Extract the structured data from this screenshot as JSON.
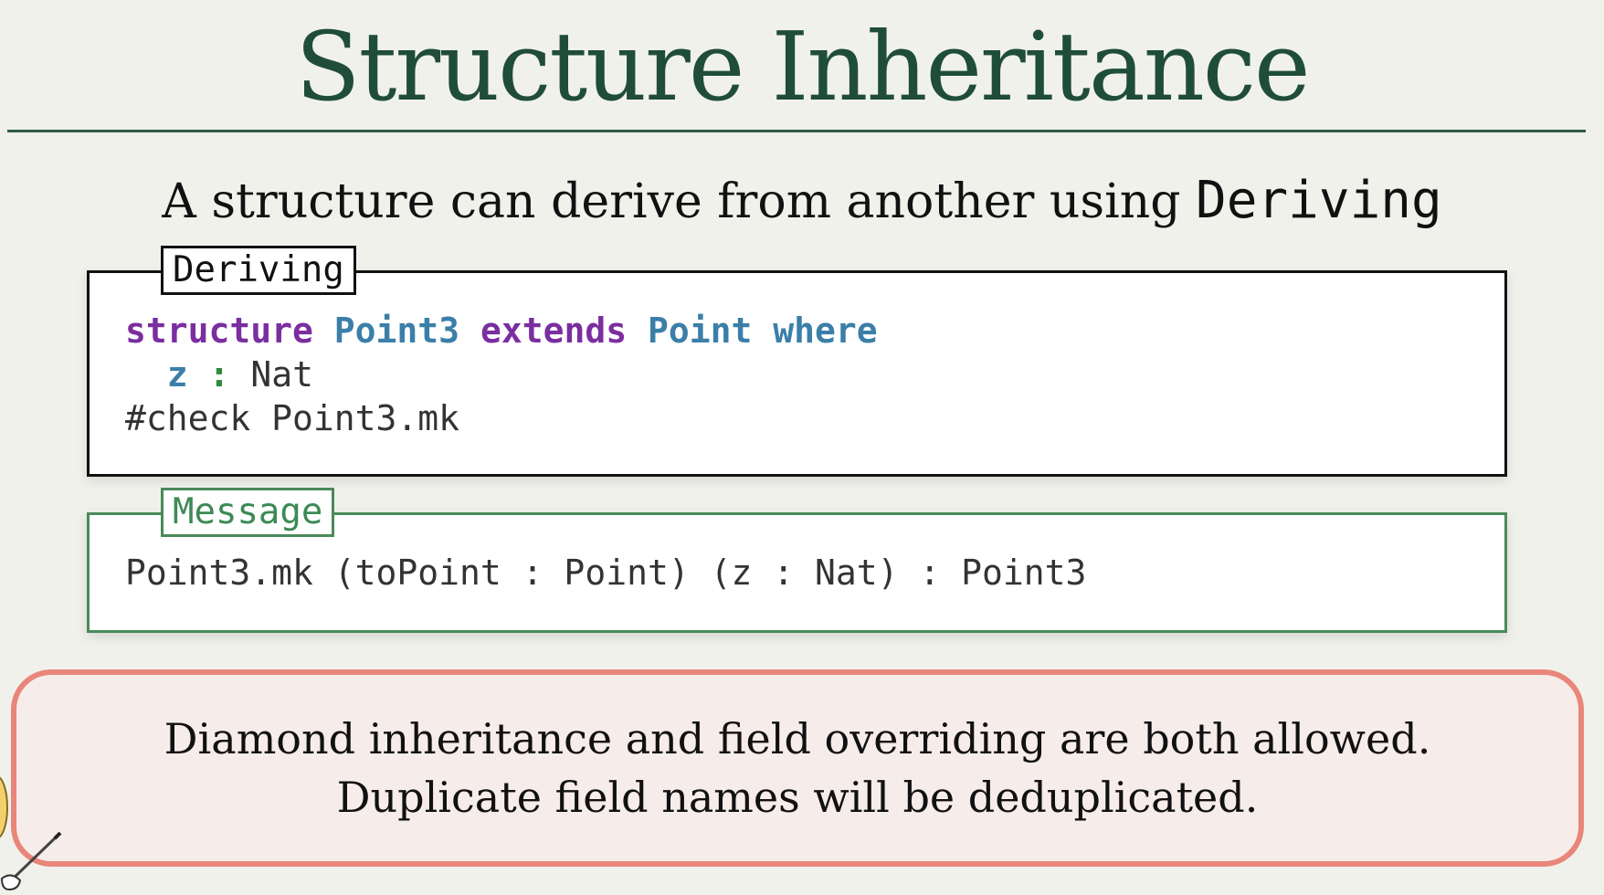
{
  "title": "Structure Inheritance",
  "subtitle": {
    "text": "A structure can derive from another using ",
    "keyword": "Deriving"
  },
  "code_block": {
    "tag": "Deriving",
    "line1": {
      "structure": "structure",
      "name": "Point3",
      "extends": "extends",
      "parent": "Point",
      "where": "where"
    },
    "line2": {
      "indent": "  ",
      "field": "z",
      "colon": ":",
      "type": "Nat"
    },
    "line3": "#check Point3.mk"
  },
  "message_block": {
    "tag": "Message",
    "text": "Point3.mk (toPoint : Point) (z : Nat) : Point3"
  },
  "note": "Diamond inheritance and field overriding are both allowed. Duplicate field names will be deduplicated.",
  "colors": {
    "title": "#1f4d3a",
    "keyword_purple": "#7b2ea0",
    "keyword_blue": "#3b7fa8",
    "message_green": "#4a8a5a",
    "note_border": "#e8867a"
  }
}
